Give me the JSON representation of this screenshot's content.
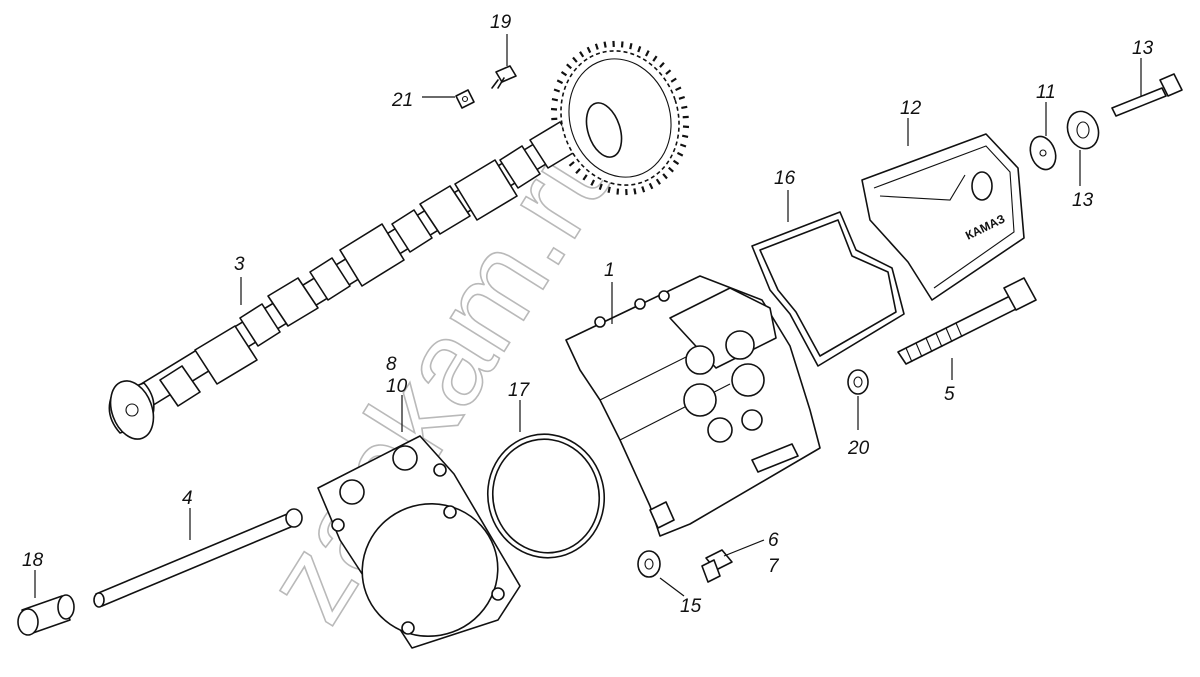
{
  "watermark": "zapkam.ru",
  "brand_mark": "КАМАЗ",
  "callouts": [
    {
      "id": "c1",
      "text": "1"
    },
    {
      "id": "c3",
      "text": "3"
    },
    {
      "id": "c4",
      "text": "4"
    },
    {
      "id": "c5",
      "text": "5"
    },
    {
      "id": "c6",
      "text": "6"
    },
    {
      "id": "c7",
      "text": "7"
    },
    {
      "id": "c8",
      "text": "8"
    },
    {
      "id": "c10",
      "text": "10"
    },
    {
      "id": "c11",
      "text": "11"
    },
    {
      "id": "c12",
      "text": "12"
    },
    {
      "id": "c13a",
      "text": "13"
    },
    {
      "id": "c13b",
      "text": "13"
    },
    {
      "id": "c15",
      "text": "15"
    },
    {
      "id": "c16",
      "text": "16"
    },
    {
      "id": "c17",
      "text": "17"
    },
    {
      "id": "c18",
      "text": "18"
    },
    {
      "id": "c19",
      "text": "19"
    },
    {
      "id": "c20",
      "text": "20"
    },
    {
      "id": "c21",
      "text": "21"
    }
  ]
}
